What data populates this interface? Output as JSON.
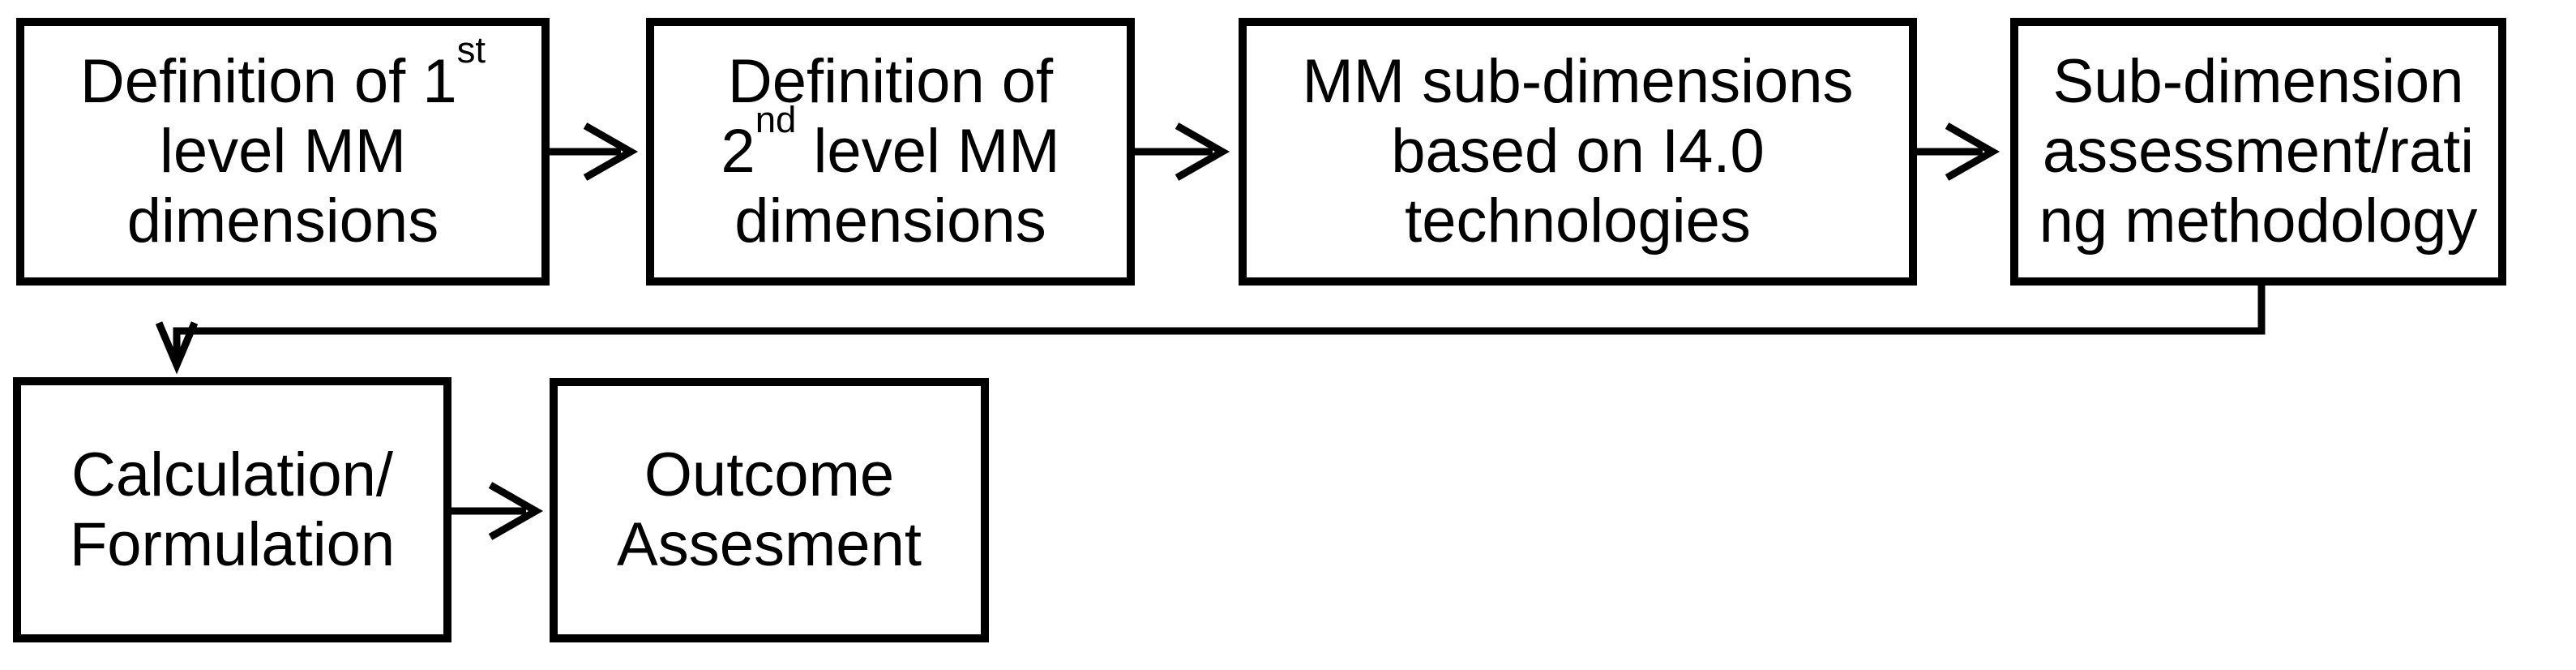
{
  "diagram": {
    "background": "#ffffff",
    "ink": "#000000",
    "steps": [
      {
        "id": "step-1",
        "lines": [
          {
            "t": "Definition of 1",
            "sup": "st"
          },
          {
            "t": "level MM"
          },
          {
            "t": "dimensions"
          }
        ]
      },
      {
        "id": "step-2",
        "lines": [
          {
            "t": "Definition of"
          },
          {
            "t": "2",
            "sup": "nd",
            "t2": " level MM"
          },
          {
            "t": "dimensions"
          }
        ]
      },
      {
        "id": "step-3",
        "lines": [
          {
            "t": "MM sub-dimensions"
          },
          {
            "t": "based on I4.0"
          },
          {
            "t": "technologies"
          }
        ]
      },
      {
        "id": "step-4",
        "lines": [
          {
            "t": "Sub-dimension"
          },
          {
            "t": "assessment/rati"
          },
          {
            "t": "ng methodology"
          }
        ]
      },
      {
        "id": "step-5",
        "lines": [
          {
            "t": "Calculation/"
          },
          {
            "t": "Formulation"
          }
        ]
      },
      {
        "id": "step-6",
        "lines": [
          {
            "t": "Outcome"
          },
          {
            "t": "Assesment"
          }
        ]
      }
    ]
  }
}
